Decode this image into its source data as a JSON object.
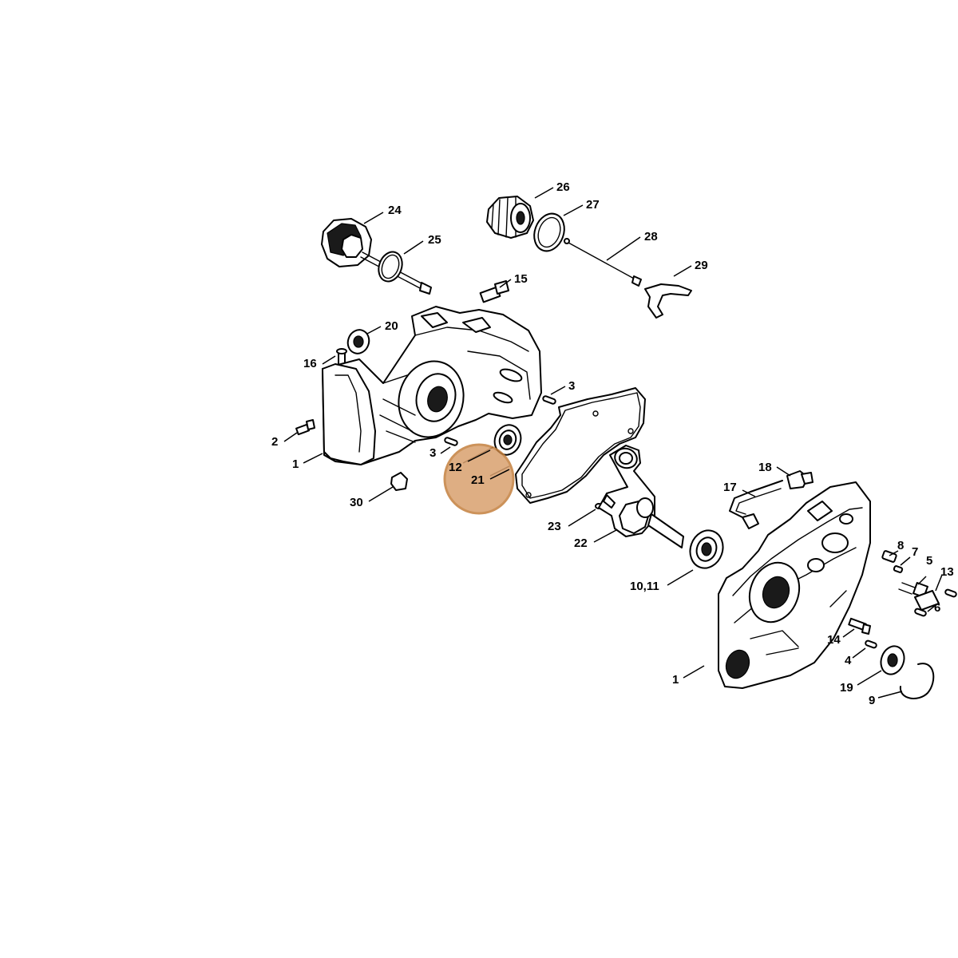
{
  "highlight": {
    "color": "#D9A06E",
    "stroke_color": "#C4803E"
  },
  "callouts": {
    "c1a": "1",
    "c1b": "1",
    "c2": "2",
    "c3a": "3",
    "c3b": "3",
    "c4": "4",
    "c5": "5",
    "c6": "6",
    "c7": "7",
    "c8": "8",
    "c9": "9",
    "c10_11": "10,11",
    "c12": "12",
    "c13": "13",
    "c14": "14",
    "c15": "15",
    "c16": "16",
    "c17": "17",
    "c18": "18",
    "c19": "19",
    "c20": "20",
    "c21": "21",
    "c22": "22",
    "c23": "23",
    "c24": "24",
    "c25": "25",
    "c26": "26",
    "c27": "27",
    "c28": "28",
    "c29": "29",
    "c30": "30"
  }
}
